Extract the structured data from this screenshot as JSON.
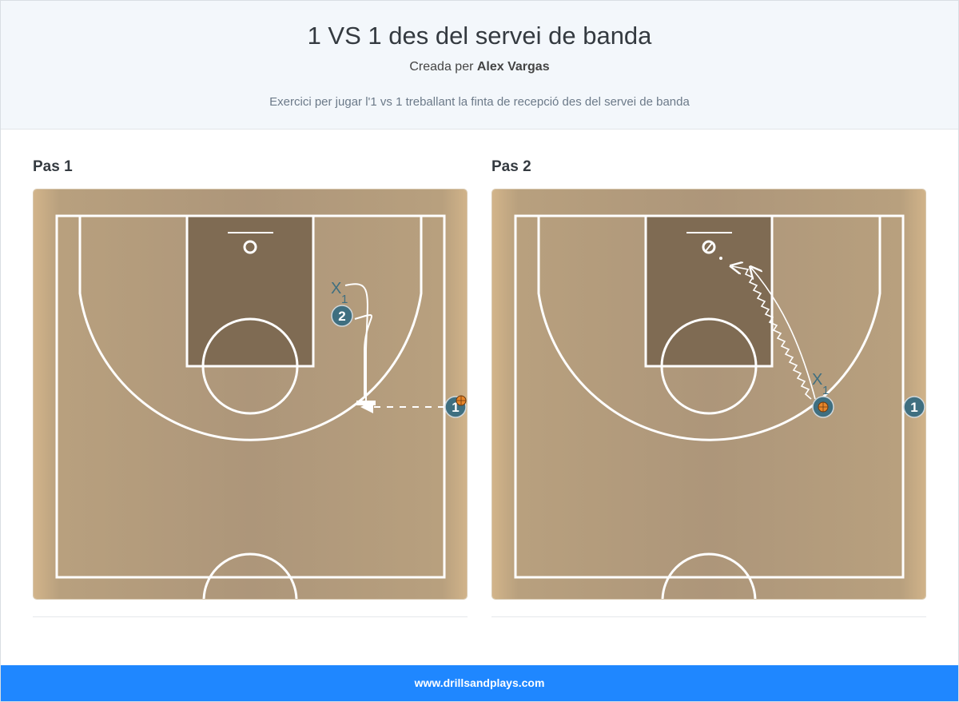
{
  "header": {
    "title": "1 VS 1 des del servei de banda",
    "created_by_label": "Creada per",
    "author": "Alex Vargas",
    "description": "Exercici per jugar l'1 vs 1 treballant la finta de recepció des del servei de banda"
  },
  "steps": [
    {
      "title": "Pas 1",
      "players": [
        {
          "label": "2",
          "role": "offense"
        },
        {
          "label": "1",
          "role": "offense",
          "has_ball": true
        },
        {
          "label": "X",
          "sub": "1",
          "role": "defense"
        }
      ],
      "actions": [
        "cut",
        "pass"
      ]
    },
    {
      "title": "Pas 2",
      "players": [
        {
          "label": "1",
          "role": "offense"
        },
        {
          "label": "",
          "role": "offense",
          "has_ball": true
        },
        {
          "label": "X",
          "sub": "1",
          "role": "defense"
        }
      ],
      "actions": [
        "dribble",
        "cut"
      ]
    }
  ],
  "footer": {
    "site": "www.drillsandplays.com"
  },
  "colors": {
    "court_wood": "#b29a78",
    "paint": "#7f6b53",
    "player": "#3f6f80",
    "footer": "#1f87ff"
  },
  "icons": [
    "basketball-icon"
  ]
}
